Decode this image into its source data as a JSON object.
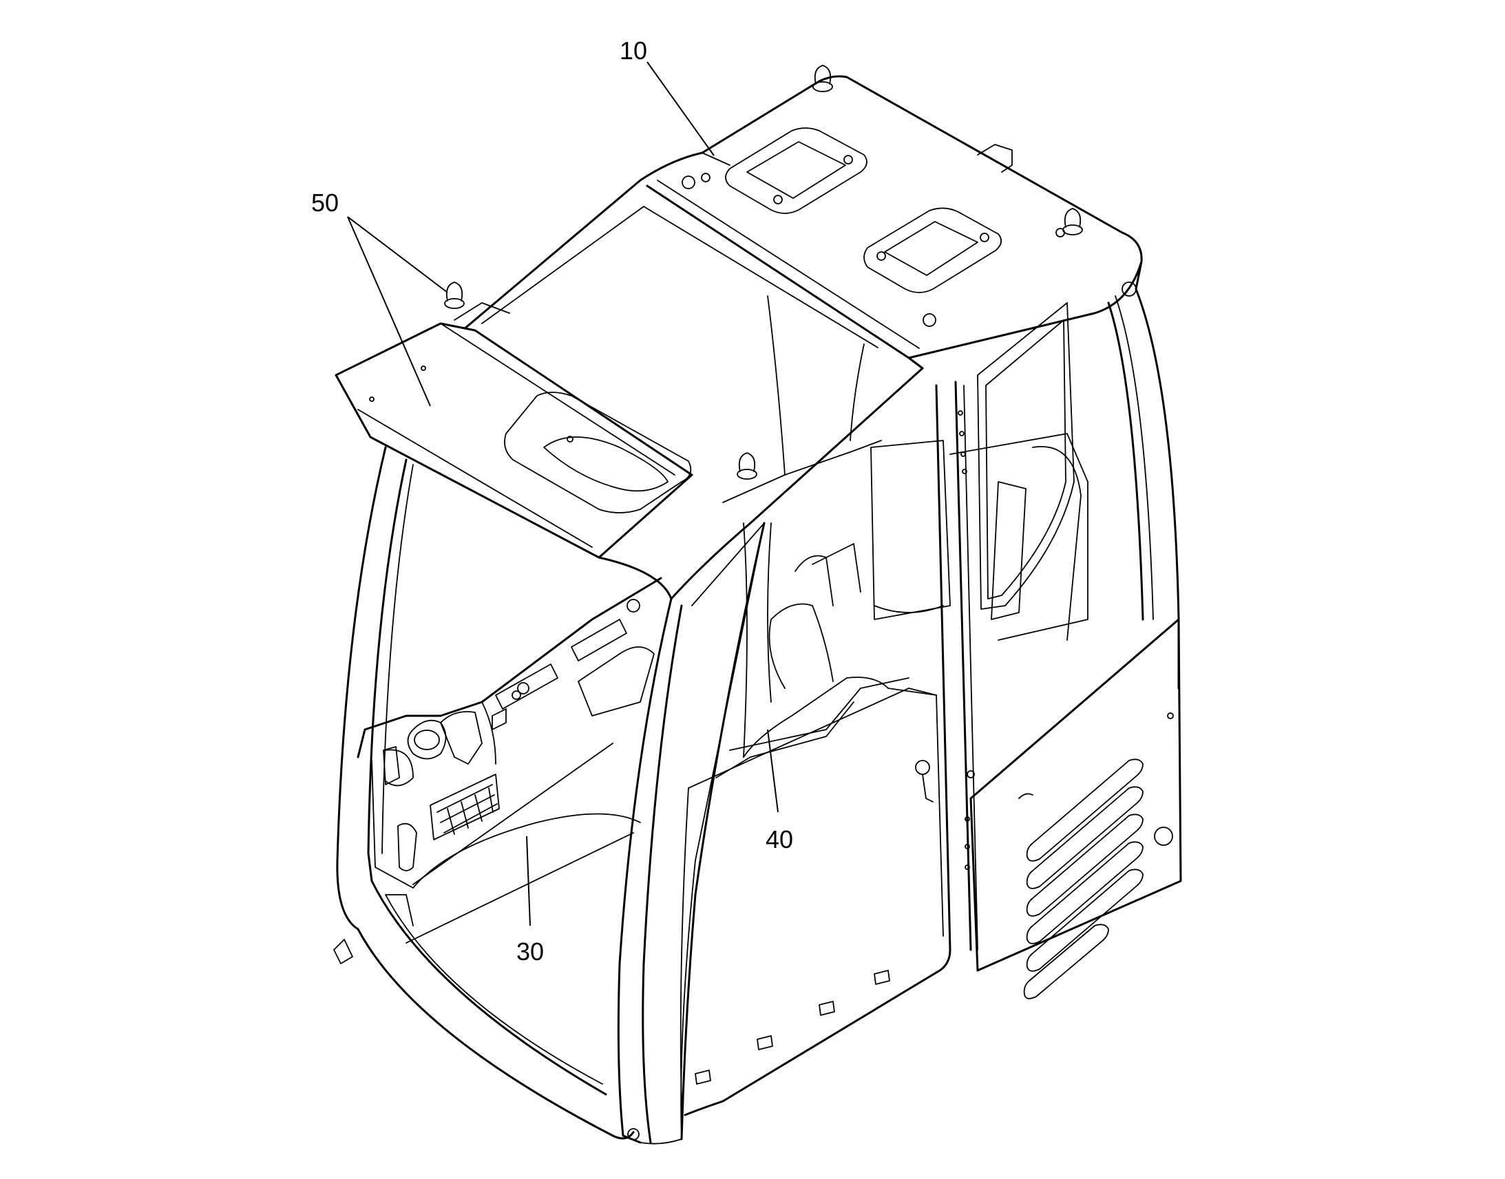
{
  "callouts": [
    {
      "id": "roof",
      "text": "10"
    },
    {
      "id": "sunshade",
      "text": "50"
    },
    {
      "id": "front-left-panel",
      "text": "30"
    },
    {
      "id": "floor-console",
      "text": "40"
    }
  ],
  "colors": {
    "ink": "#000000",
    "paper": "#ffffff"
  }
}
